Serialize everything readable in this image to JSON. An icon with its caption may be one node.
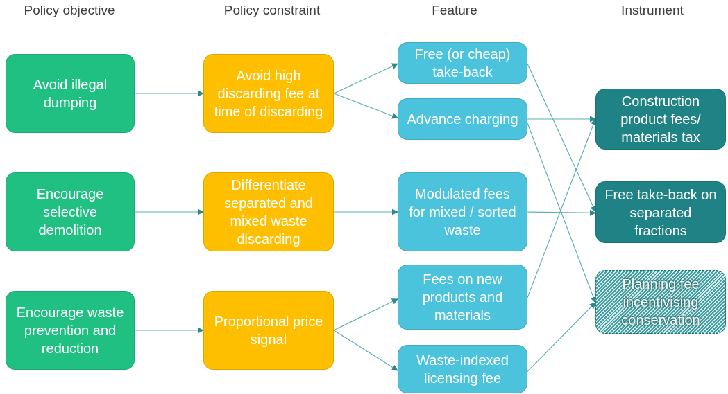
{
  "diagram": {
    "nodes": [
      {
        "text": [
          "Avoid illegal dumping"
        ]
      },
      {
        "text": [
          "Encourage selective demolition"
        ]
      },
      {
        "text": [
          "Encourage waste prevention and reduction"
        ]
      },
      {
        "text": [
          "Avoid high discarding fee at time of discarding"
        ]
      },
      {
        "text": [
          "Differentiate separated and mixed waste discarding"
        ]
      },
      {
        "text": [
          "Proportional price signal"
        ]
      },
      {
        "text": [
          "Free (or cheap) take-back"
        ]
      },
      {
        "text": [
          "Advance charging"
        ]
      },
      {
        "text": [
          "Modulated fees for mixed / sorted waste"
        ]
      },
      {
        "text": [
          "Fees on new products and materials"
        ]
      },
      {
        "text": [
          "Waste-indexed licensing fee"
        ]
      },
      {
        "text": [
          "Construction product fees/ materials tax"
        ]
      },
      {
        "text": [
          "Free take-back on separated fractions"
        ]
      },
      {
        "text": [
          "Planning fee incentivising conservation"
        ]
      }
    ],
    "edges": [
      {
        "from": 0,
        "to": 3,
        "arrow": "to"
      },
      {
        "from": 1,
        "to": 4,
        "arrow": "to"
      },
      {
        "from": 2,
        "to": 5,
        "arrow": "to"
      },
      {
        "from": 3,
        "to": 6,
        "arrow": "to"
      },
      {
        "from": 3,
        "to": 7,
        "arrow": "to"
      },
      {
        "from": 4,
        "to": 8,
        "arrow": "to"
      },
      {
        "from": 5,
        "to": 9,
        "arrow": "to"
      },
      {
        "from": 5,
        "to": 10,
        "arrow": "to"
      },
      {
        "from": 6,
        "to": 12,
        "arrow": "to"
      },
      {
        "from": 7,
        "to": 11,
        "arrow": "to"
      },
      {
        "from": 7,
        "to": 13,
        "arrow": "to"
      },
      {
        "from": 8,
        "to": 12,
        "arrow": "to"
      },
      {
        "from": 9,
        "to": 11,
        "arrow": "to"
      },
      {
        "from": 10,
        "to": 13,
        "arrow": "to"
      }
    ],
    "labels": [
      "Policy objective",
      "Policy constraint",
      "Feature",
      "Instrument"
    ]
  }
}
